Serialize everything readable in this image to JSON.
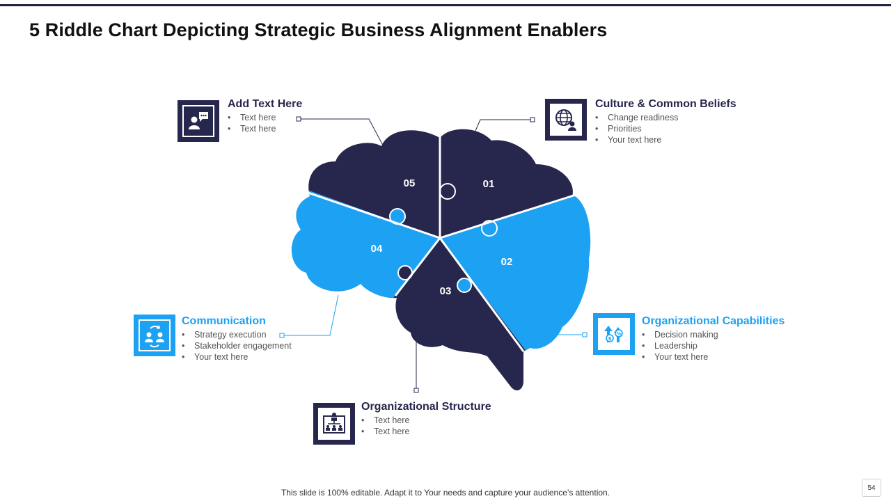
{
  "slide": {
    "title": "5 Riddle Chart Depicting Strategic Business Alignment Enablers",
    "footer": "This slide is 100% editable. Adapt it to Your needs and capture your audience’s attention.",
    "page_number": "54"
  },
  "colors": {
    "dark": "#27264d",
    "light": "#1da1f2"
  },
  "pieces": [
    {
      "number": "01",
      "color": "dark"
    },
    {
      "number": "02",
      "color": "light"
    },
    {
      "number": "03",
      "color": "dark"
    },
    {
      "number": "04",
      "color": "light"
    },
    {
      "number": "05",
      "color": "dark"
    }
  ],
  "items": {
    "add_text": {
      "title": "Add Text Here",
      "icon": "presenter-chat-icon",
      "bullets": [
        "Text here",
        "Text here"
      ]
    },
    "culture": {
      "title": "Culture & Common Beliefs",
      "icon": "globe-user-icon",
      "bullets": [
        "Change readiness",
        "Priorities",
        "Your text here"
      ]
    },
    "communication": {
      "title": "Communication",
      "icon": "people-exchange-icon",
      "bullets": [
        "Strategy execution",
        "Stakeholder engagement",
        "Your text here"
      ]
    },
    "capabilities": {
      "title": "Organizational Capabilities",
      "icon": "growth-coins-icon",
      "bullets": [
        "Decision making",
        "Leadership",
        "Your text here"
      ]
    },
    "structure": {
      "title": "Organizational Structure",
      "icon": "org-chart-icon",
      "bullets": [
        "Text here",
        "Text here"
      ]
    }
  }
}
